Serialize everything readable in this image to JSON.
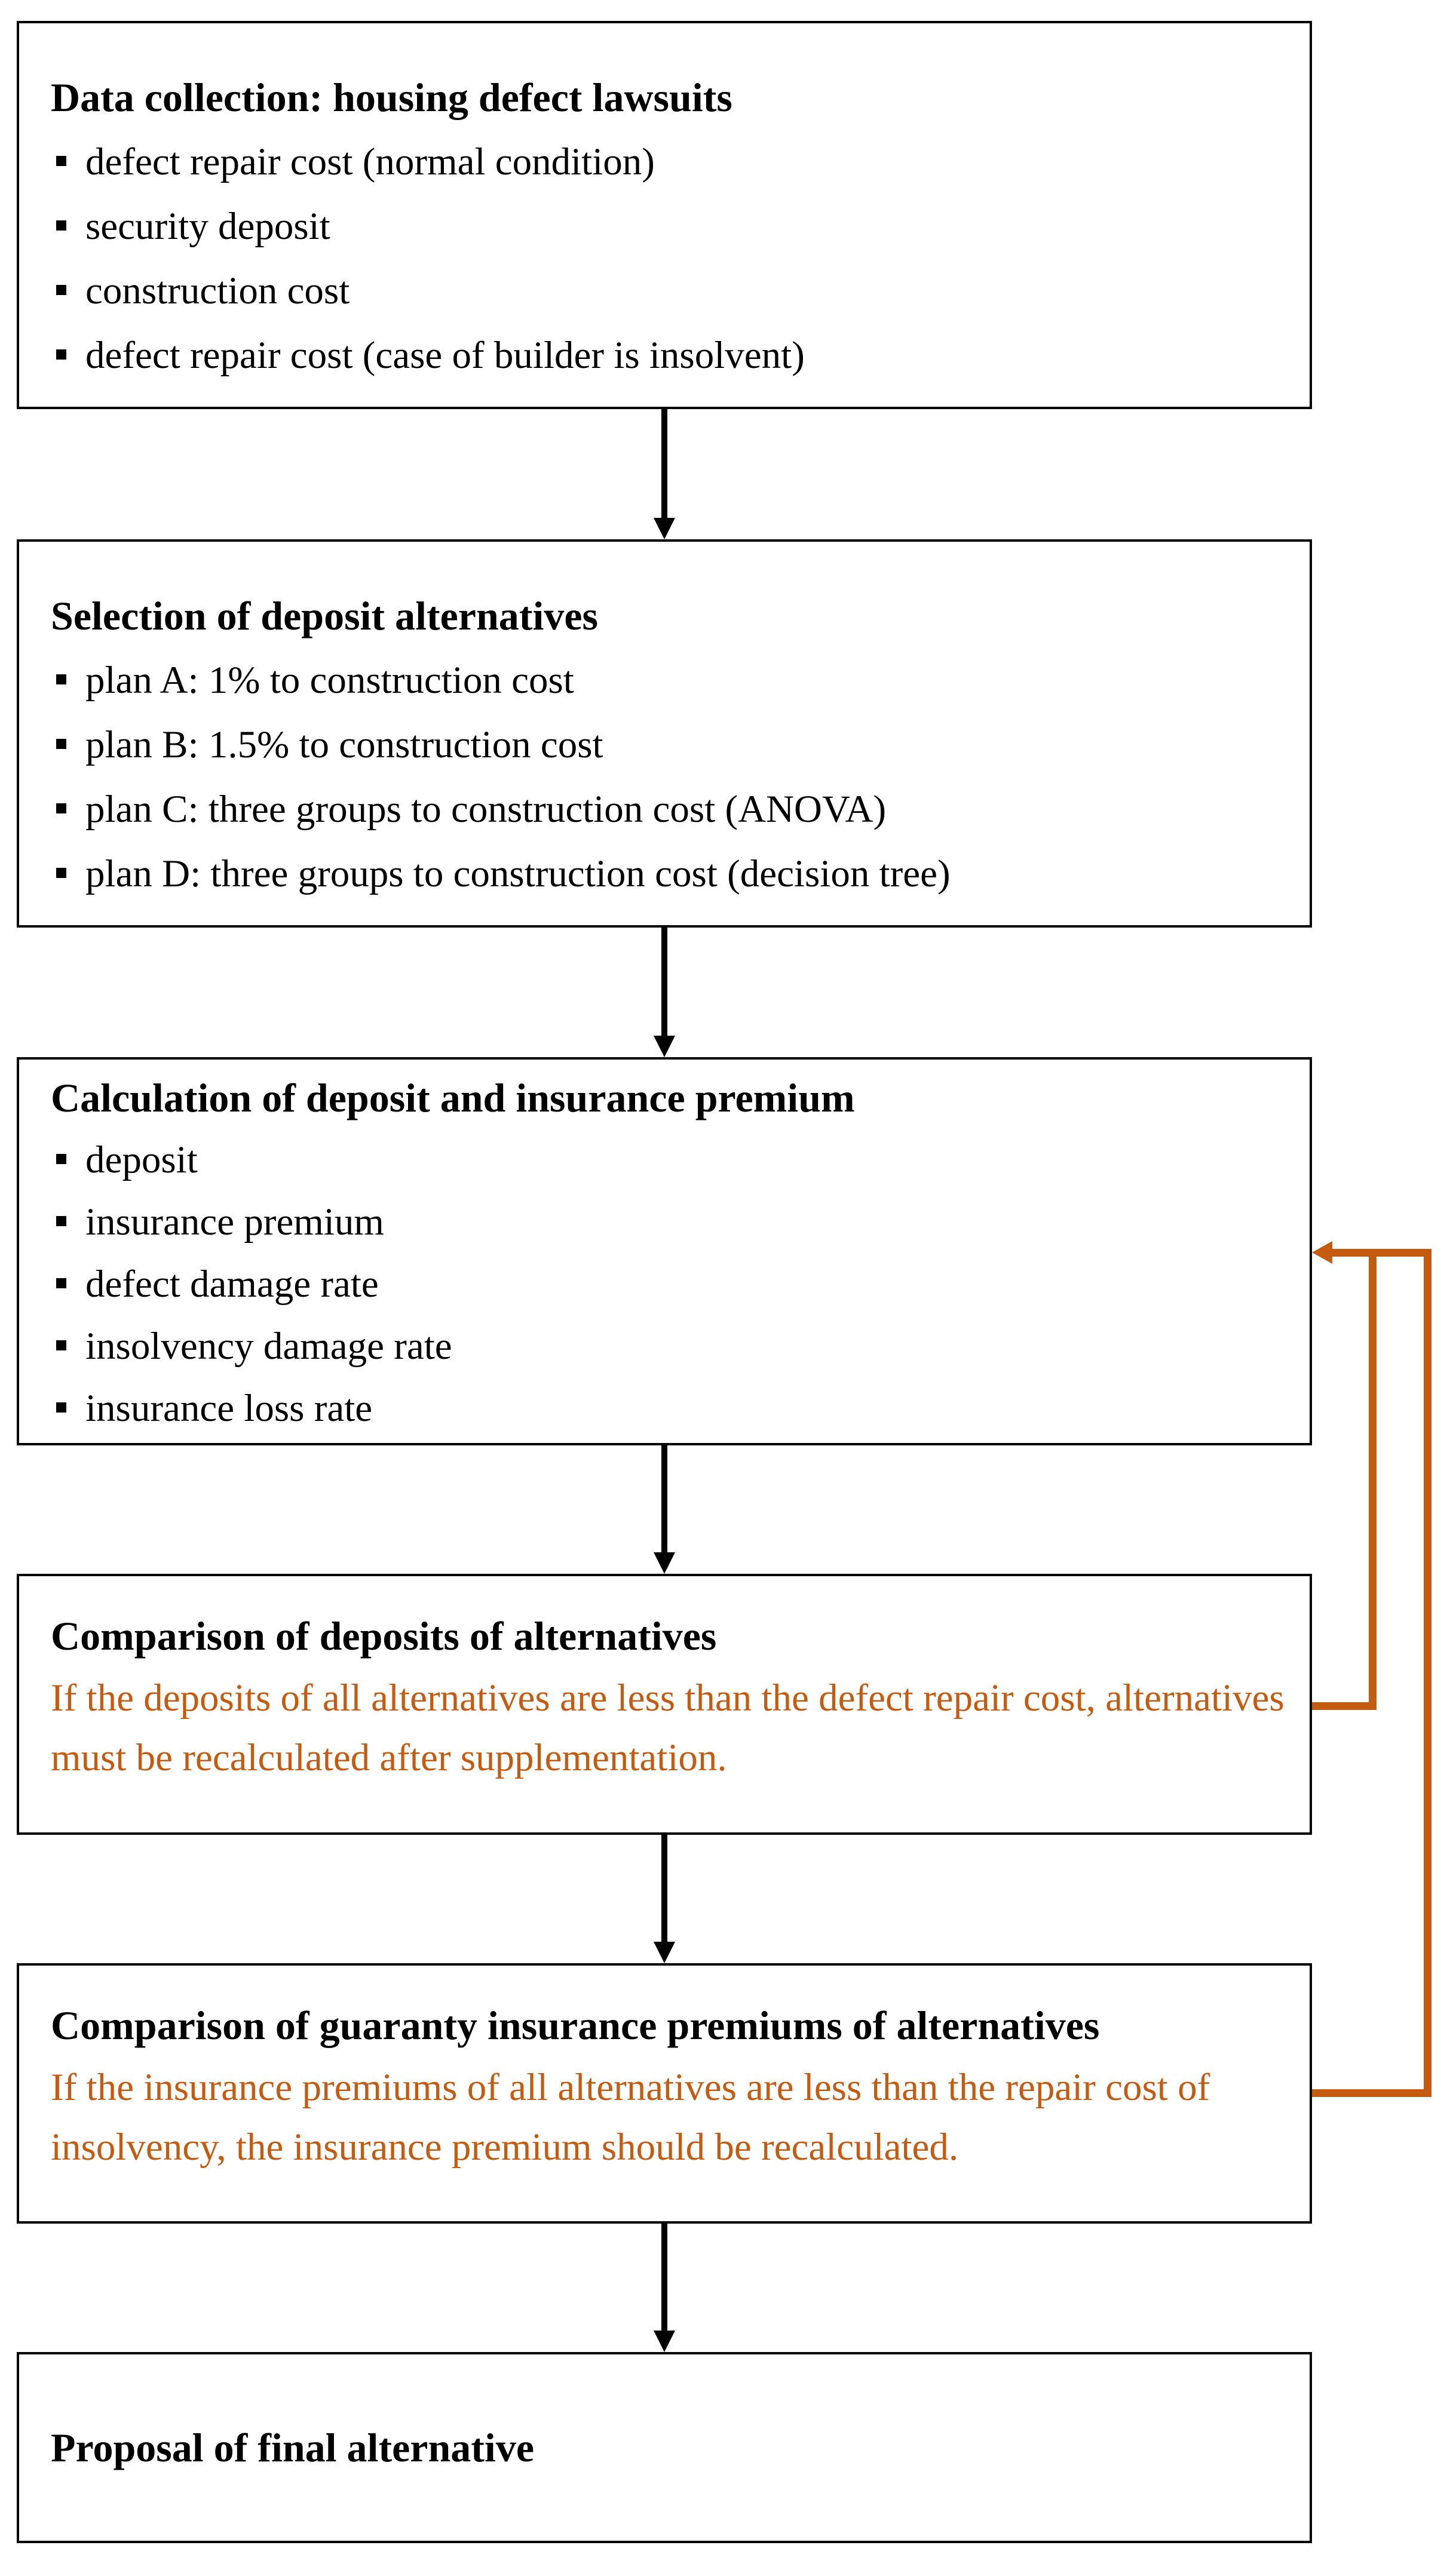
{
  "flow": {
    "accent_color": "#C55A11",
    "text_color": "#000000",
    "boxes": [
      {
        "id": "data-collection",
        "title": "Data collection: housing defect lawsuits",
        "bullets": [
          "defect repair cost (normal condition)",
          "security deposit",
          "construction cost",
          "defect repair cost (case of builder is insolvent)"
        ]
      },
      {
        "id": "selection",
        "title": "Selection of deposit alternatives",
        "bullets": [
          "plan A: 1% to construction cost",
          "plan B: 1.5% to construction cost",
          "plan C: three groups to construction cost (ANOVA)",
          "plan D: three groups to construction cost (decision tree)"
        ]
      },
      {
        "id": "calculation",
        "title": "Calculation of deposit and insurance premium",
        "bullets": [
          "deposit",
          "insurance premium",
          "defect damage rate",
          "insolvency damage rate",
          "insurance loss rate"
        ]
      },
      {
        "id": "comparison-deposits",
        "title": "Comparison of deposits of alternatives",
        "note": "If the deposits of all alternatives are less than the defect repair cost, alternatives must be recalculated after supplementation."
      },
      {
        "id": "comparison-premiums",
        "title": "Comparison of guaranty insurance premiums of alternatives",
        "note": "If the insurance premiums of all alternatives are less than the repair cost of insolvency, the insurance premium should be recalculated."
      },
      {
        "id": "proposal",
        "title": "Proposal of final alternative"
      }
    ]
  }
}
